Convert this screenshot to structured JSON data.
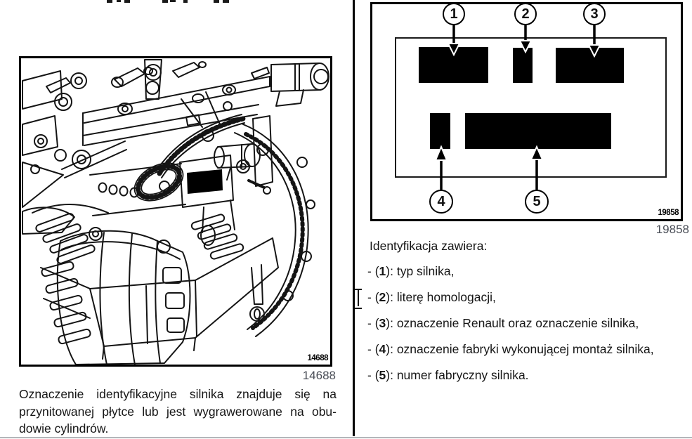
{
  "colors": {
    "ink": "#000000",
    "caption_gray": "#4a4e57",
    "bottom_rule_gray": "#b3b6ba"
  },
  "left_column": {
    "figure_label_inner": "14688",
    "figure_number": "14688",
    "paragraph_lines": [
      "Oznaczenie identyfikacyjne silnika znajduje się na",
      "przynitowanej płytce lub jest wygrawerowane na obu-",
      "dowie cylindrów."
    ]
  },
  "right_column": {
    "figure_label_inner": "19858",
    "figure_number": "19858",
    "callouts": [
      "1",
      "2",
      "3",
      "4",
      "5"
    ],
    "intro": "Identyfikacja zawiera:",
    "items": [
      {
        "prefix": "- (",
        "num": "1",
        "suffix": "): ",
        "text": "typ silnika,"
      },
      {
        "prefix": "- (",
        "num": "2",
        "suffix": "): ",
        "text": "literę homologacji,"
      },
      {
        "prefix": "- (",
        "num": "3",
        "suffix": "): ",
        "text": "oznaczenie Renault oraz oznaczenie silnika,"
      },
      {
        "prefix": "- (",
        "num": "4",
        "suffix": "): ",
        "text": "oznaczenie fabryki wykonującej montaż silnika,"
      },
      {
        "prefix": "- (",
        "num": "5",
        "suffix": "): ",
        "text": "numer fabryczny silnika."
      }
    ]
  }
}
